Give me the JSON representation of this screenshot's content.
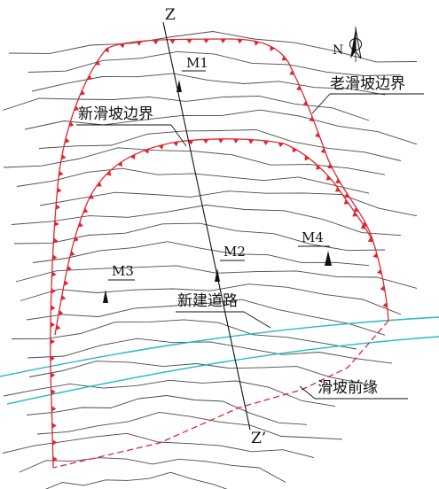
{
  "labels": {
    "north": "N",
    "z_top": "Z",
    "z_bottom": "Z’",
    "old_boundary": "老滑坡边界",
    "new_boundary": "新滑坡边界",
    "new_road": "新建道路",
    "front_edge": "滑坡前缘"
  },
  "monitors": [
    {
      "id": "M1"
    },
    {
      "id": "M2"
    },
    {
      "id": "M3"
    },
    {
      "id": "M4"
    }
  ],
  "colors": {
    "boundary": "#e0262e",
    "road": "#23b8c9",
    "contour": "#4a4a4a",
    "ink": "#111111"
  }
}
